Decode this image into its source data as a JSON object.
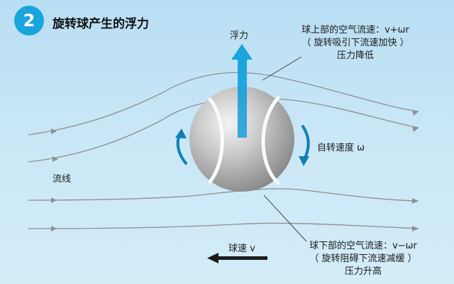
{
  "header": {
    "step_number": "2",
    "title": "旋转球产生的浮力"
  },
  "labels": {
    "lift": "浮力",
    "streamline": "流线",
    "spin": "自转速度 ω",
    "ball_speed": "球速 v",
    "upper": {
      "line1": "球上部的空气流速：v+ωr",
      "line2": "（ 旋转吸引下流速加快 ）",
      "line3": "压力降低"
    },
    "lower": {
      "line1": "球下部的空气流速：v−ωr",
      "line2": "（ 旋转阻碍下流速减缓 ）",
      "line3": "压力升高"
    }
  },
  "colors": {
    "background": "#c2e3f5",
    "badge": "#1aa5dc",
    "lift_arrow": "#1aa5dc",
    "spin_arrow": "#0f7fb3",
    "streamline": "#8d8f93",
    "ball": "#bdbdbd",
    "velocity_arrow": "#1a1a1a"
  },
  "icons": [
    "tennis-ball-icon",
    "lift-arrow-icon",
    "spin-arrow-icon",
    "velocity-arrow-icon"
  ]
}
